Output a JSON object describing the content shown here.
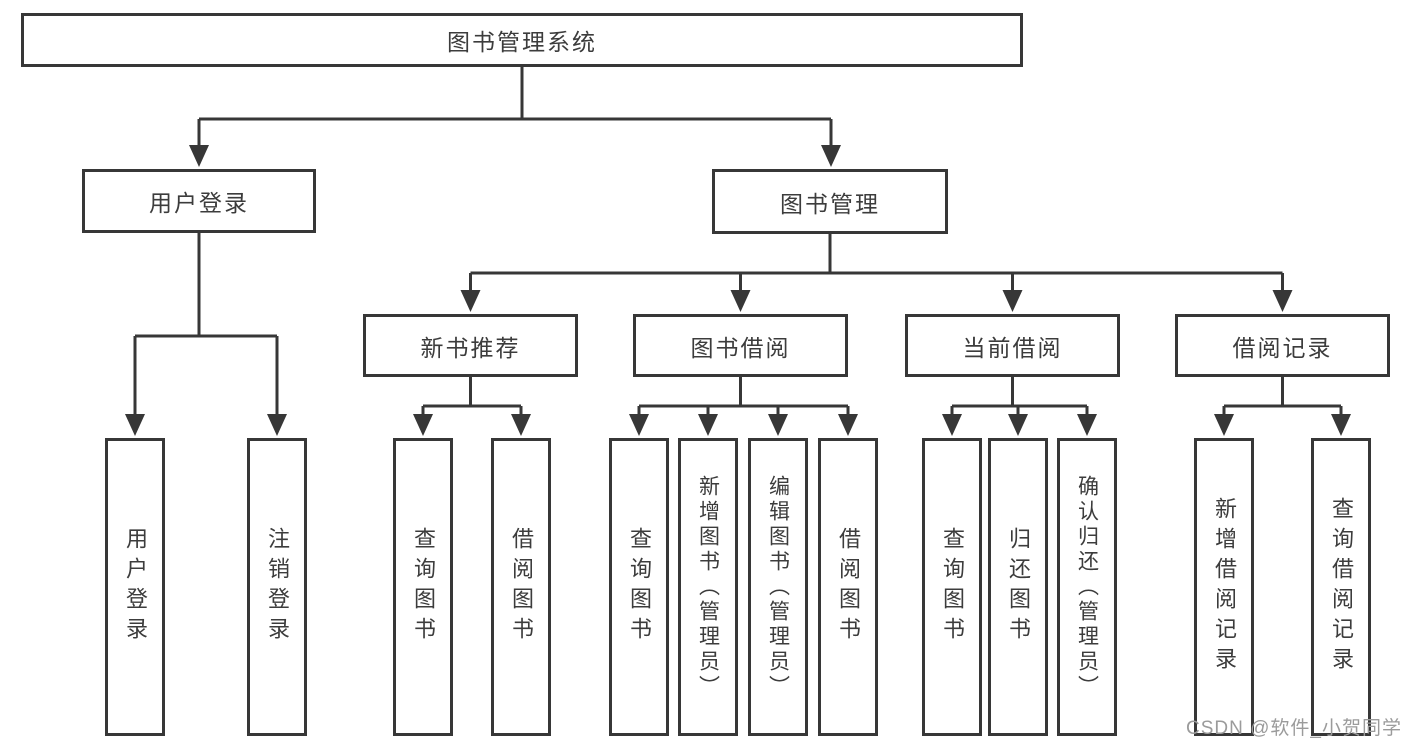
{
  "tree": {
    "root": {
      "label": "图书管理系统",
      "children": [
        {
          "label": "用户登录",
          "children": [
            {
              "label": "用户登录"
            },
            {
              "label": "注销登录"
            }
          ]
        },
        {
          "label": "图书管理",
          "children": [
            {
              "label": "新书推荐",
              "children": [
                {
                  "label": "查询图书"
                },
                {
                  "label": "借阅图书"
                }
              ]
            },
            {
              "label": "图书借阅",
              "children": [
                {
                  "label": "查询图书"
                },
                {
                  "label": "新增图书（管理员）"
                },
                {
                  "label": "编辑图书（管理员）"
                },
                {
                  "label": "借阅图书"
                }
              ]
            },
            {
              "label": "当前借阅",
              "children": [
                {
                  "label": "查询图书"
                },
                {
                  "label": "归还图书"
                },
                {
                  "label": "确认归还（管理员）"
                }
              ]
            },
            {
              "label": "借阅记录",
              "children": [
                {
                  "label": "新增借阅记录"
                },
                {
                  "label": "查询借阅记录"
                }
              ]
            }
          ]
        }
      ]
    }
  },
  "watermark": {
    "text": "CSDN @软件_小贺同学"
  },
  "colors": {
    "line": "#373737",
    "text": "#3c3c3c",
    "watermark_text": "#9b9b9b",
    "background": "#ffffff"
  }
}
